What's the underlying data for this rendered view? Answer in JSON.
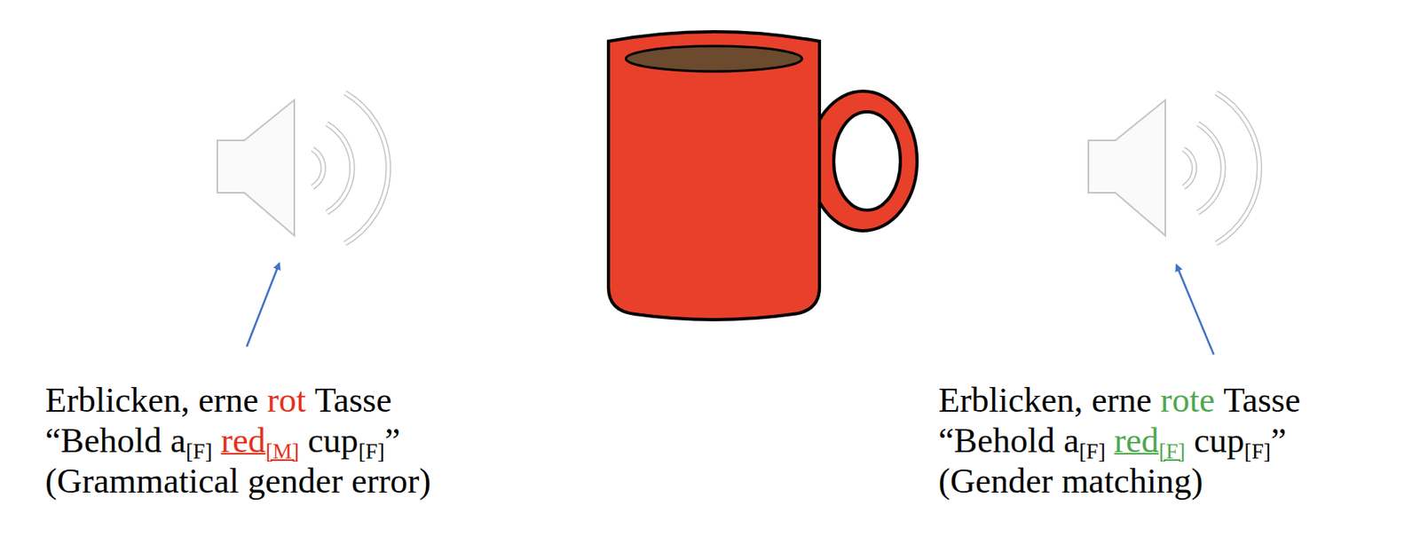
{
  "diagram": {
    "labels": [
      "Erblicken, erne",
      "rot",
      "Tasse",
      "“Behold a",
      "[F]",
      "red",
      "[M]",
      "cup",
      "[F]",
      "”",
      "(Grammatical gender error)",
      "Erblicken, erne",
      "rote",
      "Tasse",
      "“Behold a",
      "[F]",
      "red",
      "[F]",
      "cup",
      "[F]",
      "”",
      "(Gender matching)"
    ]
  }
}
